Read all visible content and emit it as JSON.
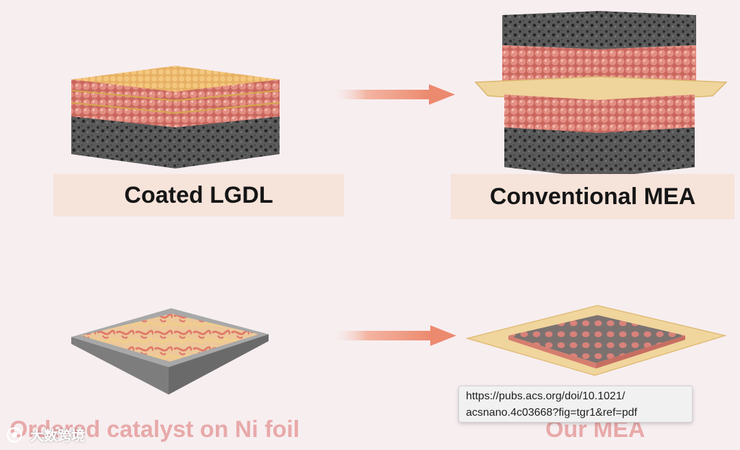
{
  "labels": {
    "top_left": "Coated LGDL",
    "top_right": "Conventional MEA",
    "bottom_left": "Ordered catalyst on Ni foil",
    "bottom_right": "Our MEA"
  },
  "tooltip": {
    "line1": "https://pubs.acs.org/doi/10.1021/",
    "line2": "acsnano.4c03668?fig=tgr1&ref=pdf"
  },
  "watermark": {
    "text": "大数跨境"
  },
  "colors": {
    "background": "#f7eef0",
    "label_box": "#f6e3da",
    "arrow": "#ee9277",
    "catalyst_pink": "#d98077",
    "ionomer_yellow": "#f1d48c",
    "porous_gray": "#555555"
  }
}
